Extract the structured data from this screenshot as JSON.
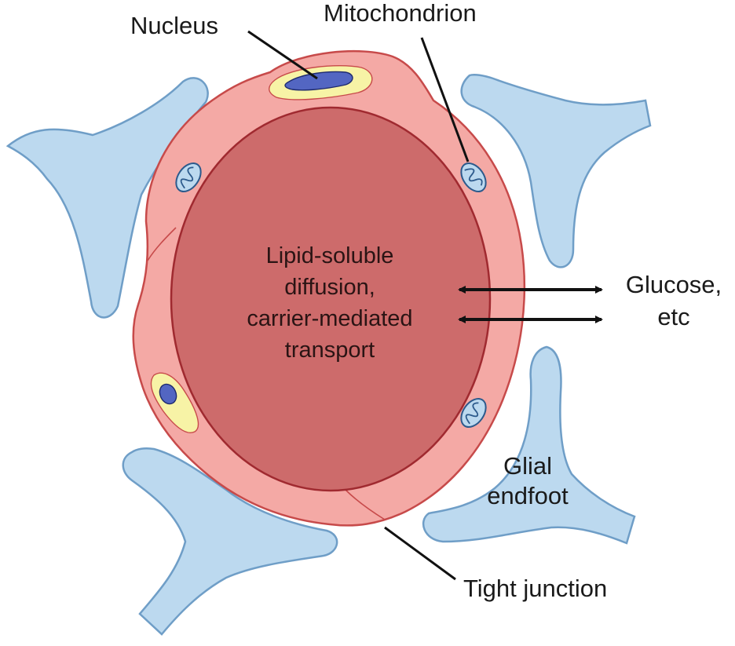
{
  "labels": {
    "nucleus": "Nucleus",
    "mitochondrion": "Mitochondrion",
    "center_lines": [
      "Lipid-soluble",
      "diffusion,",
      "carrier-mediated",
      "transport"
    ],
    "glucose_lines": [
      "Glucose,",
      "etc"
    ],
    "glial_lines": [
      "Glial",
      "endfoot"
    ],
    "tight_junction": "Tight junction"
  },
  "colors": {
    "glial_fill": "#bcd9ef",
    "glial_stroke": "#6f9ec7",
    "endothelium_fill": "#f4a9a5",
    "endothelium_stroke": "#c74a4a",
    "lumen_fill": "#cd6b6b",
    "lumen_stroke": "#a02a30",
    "nucleus_halo": "#f7f3a6",
    "nucleus_fill": "#5366c2",
    "mito_fill": "#bcd9ef",
    "mito_stroke": "#2c5a8c",
    "arrow": "#111111",
    "leader": "#111111"
  },
  "icons": {
    "mitochondrion": "mitochondrion-icon",
    "nucleus": "nucleus-icon",
    "double_arrow": "double-arrow-icon"
  }
}
